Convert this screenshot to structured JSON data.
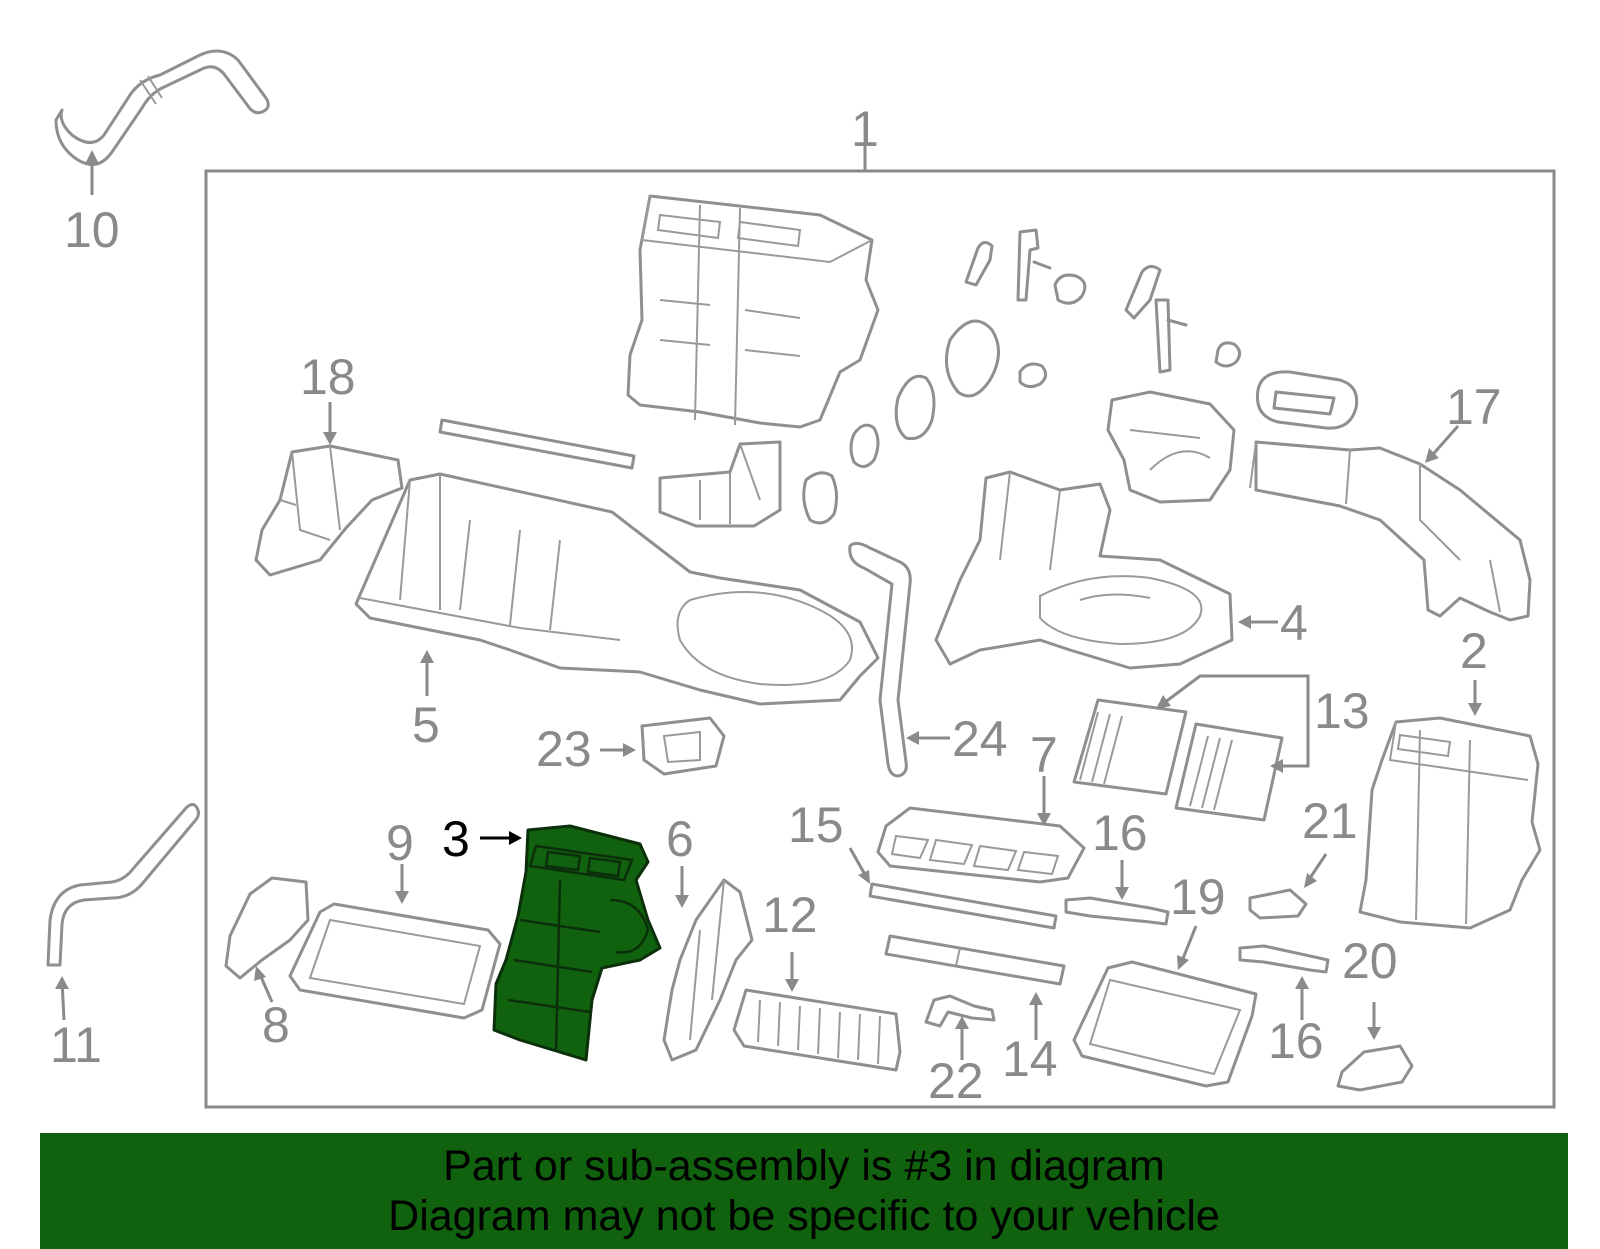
{
  "diagram": {
    "highlight_color": "#10620e",
    "callouts": [
      {
        "id": "1",
        "label": "1"
      },
      {
        "id": "2",
        "label": "2"
      },
      {
        "id": "3",
        "label": "3"
      },
      {
        "id": "4",
        "label": "4"
      },
      {
        "id": "5",
        "label": "5"
      },
      {
        "id": "6",
        "label": "6"
      },
      {
        "id": "7",
        "label": "7"
      },
      {
        "id": "8",
        "label": "8"
      },
      {
        "id": "9",
        "label": "9"
      },
      {
        "id": "10",
        "label": "10"
      },
      {
        "id": "11",
        "label": "11"
      },
      {
        "id": "12",
        "label": "12"
      },
      {
        "id": "13",
        "label": "13"
      },
      {
        "id": "14",
        "label": "14"
      },
      {
        "id": "15",
        "label": "15"
      },
      {
        "id": "16a",
        "label": "16"
      },
      {
        "id": "16b",
        "label": "16"
      },
      {
        "id": "17",
        "label": "17"
      },
      {
        "id": "18",
        "label": "18"
      },
      {
        "id": "19",
        "label": "19"
      },
      {
        "id": "20",
        "label": "20"
      },
      {
        "id": "21",
        "label": "21"
      },
      {
        "id": "22",
        "label": "22"
      },
      {
        "id": "23",
        "label": "23"
      },
      {
        "id": "24",
        "label": "24"
      }
    ],
    "highlighted_part": "3"
  },
  "banner": {
    "line1": "Part or sub-assembly is #3 in diagram",
    "line2": "Diagram may not be specific to your vehicle"
  }
}
